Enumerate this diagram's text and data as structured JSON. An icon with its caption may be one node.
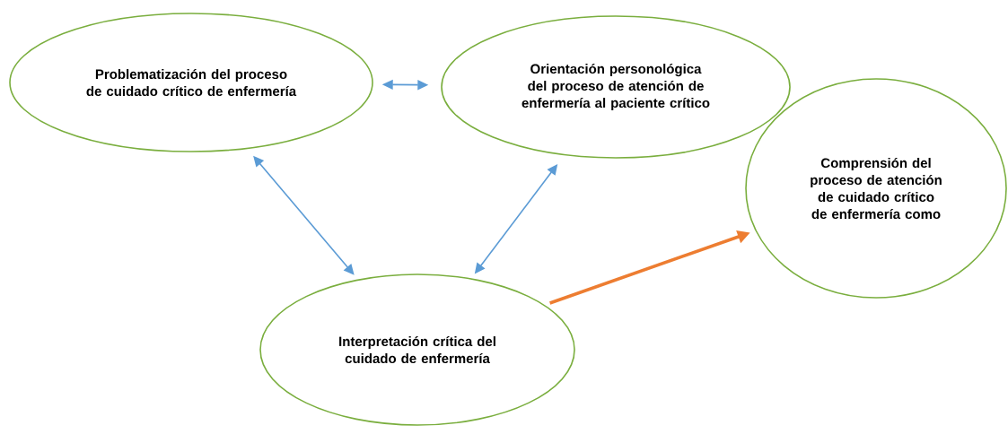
{
  "diagram": {
    "nodes": [
      {
        "text": [
          "Problematización del proceso de cuidado crítico de enfermería"
        ]
      },
      {
        "text": [
          "Orientación personológica del proceso de atención de enfermería al paciente crítico"
        ]
      },
      {
        "text": [
          "Comprensión del proceso de atención de cuidado crítico de enfermería como"
        ]
      },
      {
        "text": [
          "Interpretación crítica del cuidado de enfermería"
        ]
      }
    ],
    "edges": [
      {
        "from": 0,
        "to": 1,
        "arrow": "both"
      },
      {
        "from": 0,
        "to": 3,
        "arrow": "both"
      },
      {
        "from": 1,
        "to": 3,
        "arrow": "both"
      },
      {
        "from": 3,
        "to": 2,
        "arrow": "to",
        "style": "thick",
        "color": "#ed7d31"
      }
    ]
  }
}
